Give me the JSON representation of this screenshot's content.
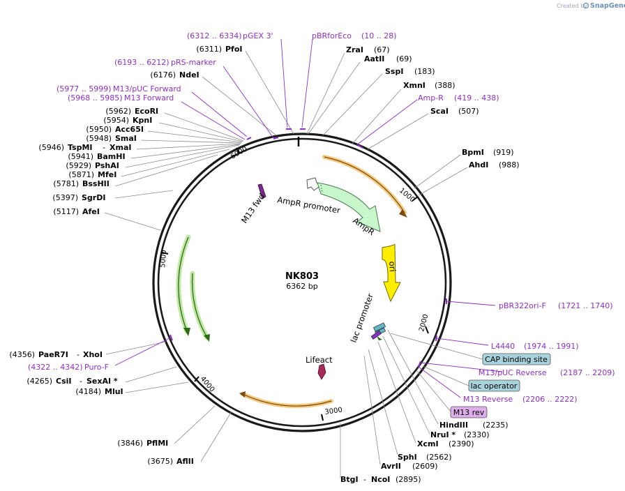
{
  "watermark": {
    "created_by": "Created by",
    "brand": "SnapGene"
  },
  "plasmid": {
    "name": "NK803",
    "size_label": "6362 bp",
    "length": 6362
  },
  "ticks": [
    {
      "pos": 1000,
      "label": "1000"
    },
    {
      "pos": 2000,
      "label": "2000"
    },
    {
      "pos": 3000,
      "label": "3000"
    },
    {
      "pos": 4000,
      "label": "4000"
    },
    {
      "pos": 5000,
      "label": "5000"
    },
    {
      "pos": 6000,
      "label": "6000"
    }
  ],
  "sites_right": [
    {
      "name": "ZraI",
      "pos_label": "(67)"
    },
    {
      "name": "AatII",
      "pos_label": "(69)"
    },
    {
      "name": "SspI",
      "pos_label": "(183)"
    },
    {
      "name": "XmnI",
      "pos_label": "(388)"
    },
    {
      "name": "ScaI",
      "pos_label": "(507)"
    },
    {
      "name": "BpmI",
      "pos_label": "(919)"
    },
    {
      "name": "AhdI",
      "pos_label": "(988)"
    },
    {
      "name": "HindIII",
      "pos_label": "(2235)"
    },
    {
      "name": "NruI *",
      "pos_label": "(2330)"
    },
    {
      "name": "XcmI",
      "pos_label": "(2390)"
    },
    {
      "name": "SphI",
      "pos_label": "(2562)"
    },
    {
      "name": "AvrII",
      "pos_label": "(2609)"
    },
    {
      "name": "BtgI",
      "name2": "NcoI",
      "pos_label": "(2895)"
    }
  ],
  "sites_left": [
    {
      "name": "PfoI",
      "pos_label": "(6311)"
    },
    {
      "name": "NdeI",
      "pos_label": "(6176)"
    },
    {
      "name": "EcoRI",
      "pos_label": "(5962)"
    },
    {
      "name": "KpnI",
      "pos_label": "(5954)"
    },
    {
      "name": "Acc65I",
      "pos_label": "(5950)"
    },
    {
      "name": "SmaI",
      "pos_label": "(5948)"
    },
    {
      "name": "TspMI",
      "name2": "XmaI",
      "pos_label": "(5946)"
    },
    {
      "name": "BamHI",
      "pos_label": "(5941)"
    },
    {
      "name": "PshAI",
      "pos_label": "(5929)"
    },
    {
      "name": "MfeI",
      "pos_label": "(5871)"
    },
    {
      "name": "BssHII",
      "pos_label": "(5781)"
    },
    {
      "name": "SgrDI",
      "pos_label": "(5397)"
    },
    {
      "name": "AfeI",
      "pos_label": "(5117)"
    },
    {
      "name": "PaeR7I",
      "name2": "XhoI",
      "pos_label": "(4356)"
    },
    {
      "name": "CsiI",
      "name2": "SexAI *",
      "pos_label": "(4265)"
    },
    {
      "name": "MluI",
      "pos_label": "(4184)"
    },
    {
      "name": "PflMI",
      "pos_label": "(3846)"
    },
    {
      "name": "AflII",
      "pos_label": "(3675)"
    }
  ],
  "primers": [
    {
      "name": "pGEX 3'",
      "range": "(6312 .. 6334)"
    },
    {
      "name": "pBRforEco",
      "range": "(10 .. 28)"
    },
    {
      "name": "pRS-marker",
      "range": "(6193 .. 6212)"
    },
    {
      "name": "M13/pUC Forward",
      "range": "(5977 .. 5999)"
    },
    {
      "name": "M13 Forward",
      "range": "(5968 .. 5985)"
    },
    {
      "name": "Amp-R",
      "range": "(419 .. 438)"
    },
    {
      "name": "pBR322ori-F",
      "range": "(1721 .. 1740)"
    },
    {
      "name": "L4440",
      "range": "(1974 .. 1991)"
    },
    {
      "name": "M13/pUC Reverse",
      "range": "(2187 .. 2209)"
    },
    {
      "name": "M13 Reverse",
      "range": "(2206 .. 2222)"
    },
    {
      "name": "Puro-F",
      "range": "(4322 .. 4342)"
    }
  ],
  "boxed": [
    {
      "name": "CAP binding site",
      "color": "#a9d3dc"
    },
    {
      "name": "lac operator",
      "color": "#a9d3dc"
    },
    {
      "name": "M13 rev",
      "color": "#dcaeea"
    }
  ],
  "features": [
    {
      "name": "M13 fwd"
    },
    {
      "name": "AmpR promoter"
    },
    {
      "name": "AmpR"
    },
    {
      "name": "ori"
    },
    {
      "name": "lac promoter"
    },
    {
      "name": "Lifeact"
    }
  ],
  "colors": {
    "backbone": "#1a1a1a",
    "primer": "#8e2fc4",
    "ampr": "#c9f7cc",
    "ori": "#ffee00",
    "orf_orange": "#f2c370",
    "orf_green": "#b8e59a",
    "lifeact": "#a52a5a",
    "m13fwd": "#7b2a8e"
  }
}
